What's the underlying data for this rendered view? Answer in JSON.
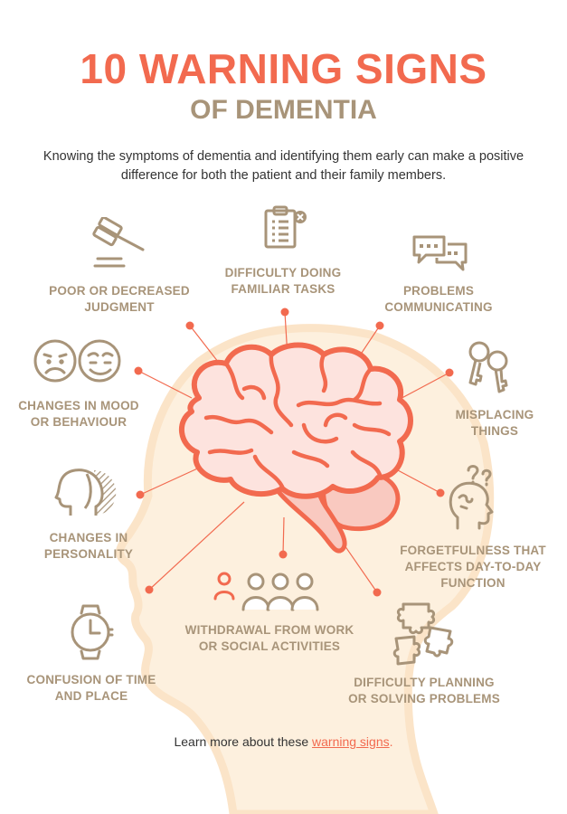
{
  "title": {
    "main": "10 WARNING SIGNS",
    "sub": "OF DEMENTIA"
  },
  "intro": "Knowing the symptoms of dementia and identifying them early can make a positive difference for both the patient and their family members.",
  "signs": [
    {
      "id": "judgment",
      "text": "POOR OR DECREASED JUDGMENT",
      "icon": "gavel-icon"
    },
    {
      "id": "familiar-tasks",
      "text": "DIFFICULTY DOING FAMILIAR TASKS",
      "icon": "clipboard-icon"
    },
    {
      "id": "communicating",
      "text": "PROBLEMS COMMUNICATING",
      "icon": "chat-bubbles-icon"
    },
    {
      "id": "mood",
      "text": "CHANGES IN MOOD OR BEHAVIOUR",
      "icon": "faces-icon"
    },
    {
      "id": "misplacing",
      "text": "MISPLACING THINGS",
      "icon": "keys-icon"
    },
    {
      "id": "personality",
      "text": "CHANGES IN PERSONALITY",
      "icon": "head-profile-icon"
    },
    {
      "id": "forgetfulness",
      "text": "FORGETFULNESS THAT AFFECTS DAY-TO-DAY FUNCTION",
      "icon": "confused-head-icon"
    },
    {
      "id": "withdrawal",
      "text": "WITHDRAWAL FROM WORK OR SOCIAL ACTIVITIES",
      "icon": "people-group-icon"
    },
    {
      "id": "time-place",
      "text": "CONFUSION OF TIME AND PLACE",
      "icon": "watch-icon"
    },
    {
      "id": "planning",
      "text": "DIFFICULTY PLANNING OR SOLVING PROBLEMS",
      "icon": "puzzle-icon"
    }
  ],
  "footer": {
    "prefix": "Learn more about these ",
    "link": "warning signs",
    "suffix": "."
  },
  "colors": {
    "accent": "#f26a4f",
    "tan": "#a89479",
    "head_fill": "#fdf0de",
    "brain_fill": "#fde3de",
    "text": "#333333"
  }
}
